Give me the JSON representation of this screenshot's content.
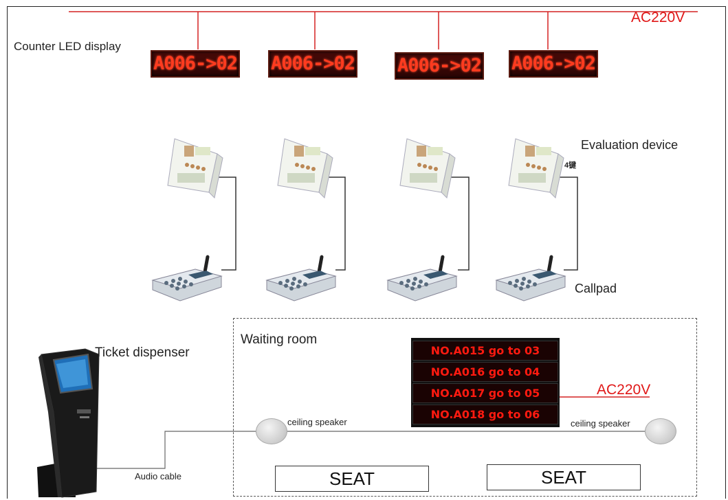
{
  "power_label_top": "AC220V",
  "power_label_waiting": "AC220V",
  "counter_label": "Counter LED display",
  "led_displays": [
    "A006->02",
    "A006->02",
    "A006->02",
    "A006->02"
  ],
  "evaluation_label": "Evaluation device",
  "evaluation_key_note": "4键",
  "callpad_label": "Callpad",
  "ticket_label": "Ticket dispenser",
  "waiting_room": {
    "title": "Waiting room",
    "board_rows": [
      "NO.A015 go to 03",
      "NO.A016 go to 04",
      "NO.A017 go to 05",
      "NO.A018 go to 06"
    ],
    "speaker_left_label": "ceiling speaker",
    "speaker_right_label": "ceiling speaker",
    "seat_left": "SEAT",
    "seat_right": "SEAT"
  },
  "audio_cable_label": "Audio cable",
  "colors": {
    "power_line": "#d42020",
    "led_text": "#ff3b1f",
    "board_text": "#ff1a10"
  }
}
